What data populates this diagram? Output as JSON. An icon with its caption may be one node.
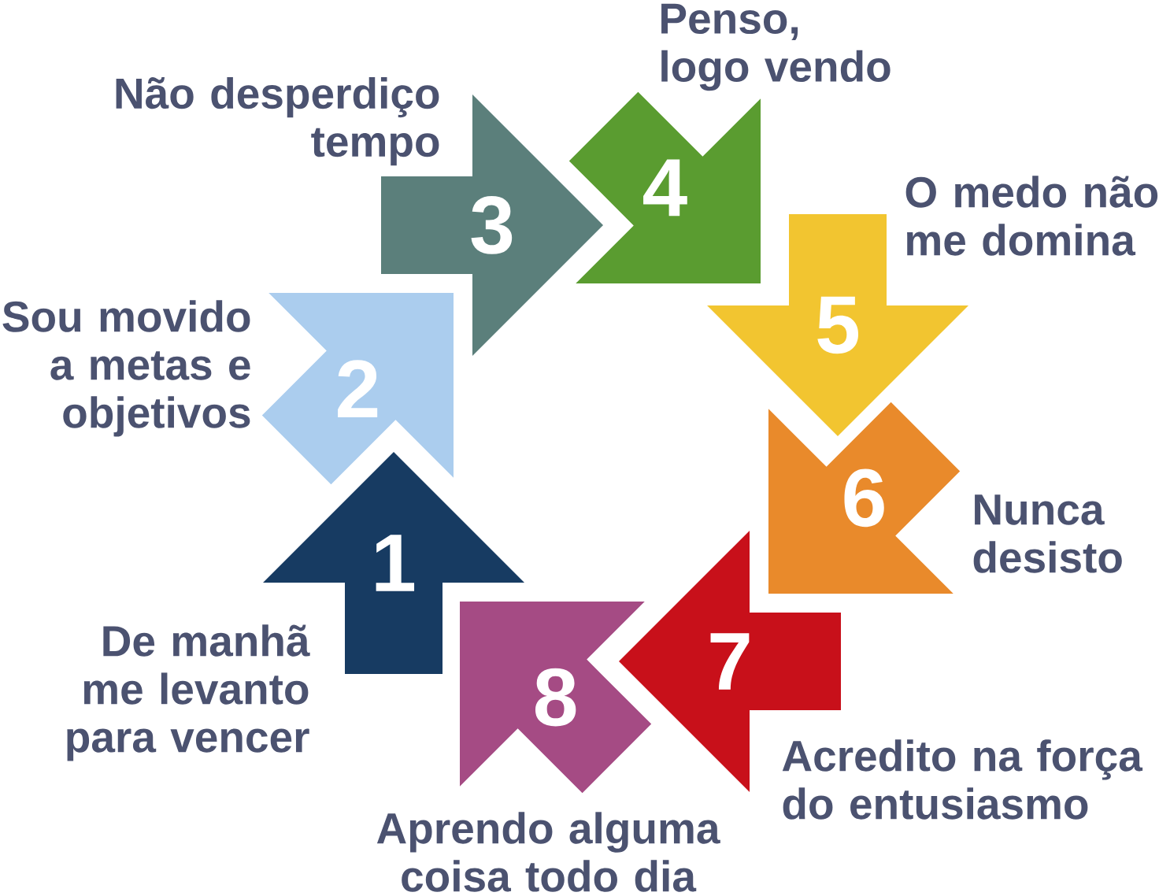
{
  "diagram": {
    "nodes": [
      {
        "text": [
          "1"
        ],
        "beside": [
          "De manhã me levanto para vencer"
        ]
      },
      {
        "text": [
          "2"
        ],
        "beside": [
          "Sou movido a metas e objetivos"
        ]
      },
      {
        "text": [
          "3"
        ],
        "beside": [
          "Não desperdiço tempo"
        ]
      },
      {
        "text": [
          "4"
        ],
        "beside": [
          "Penso, logo vendo"
        ]
      },
      {
        "text": [
          "5"
        ],
        "beside": [
          "O medo não me domina"
        ]
      },
      {
        "text": [
          "6"
        ],
        "beside": [
          "Nunca desisto"
        ]
      },
      {
        "text": [
          "7"
        ],
        "beside": [
          "Acredito na força do entusiasmo"
        ]
      },
      {
        "text": [
          "8"
        ],
        "beside": [
          "Aprendo alguma coisa todo dia"
        ]
      }
    ]
  }
}
